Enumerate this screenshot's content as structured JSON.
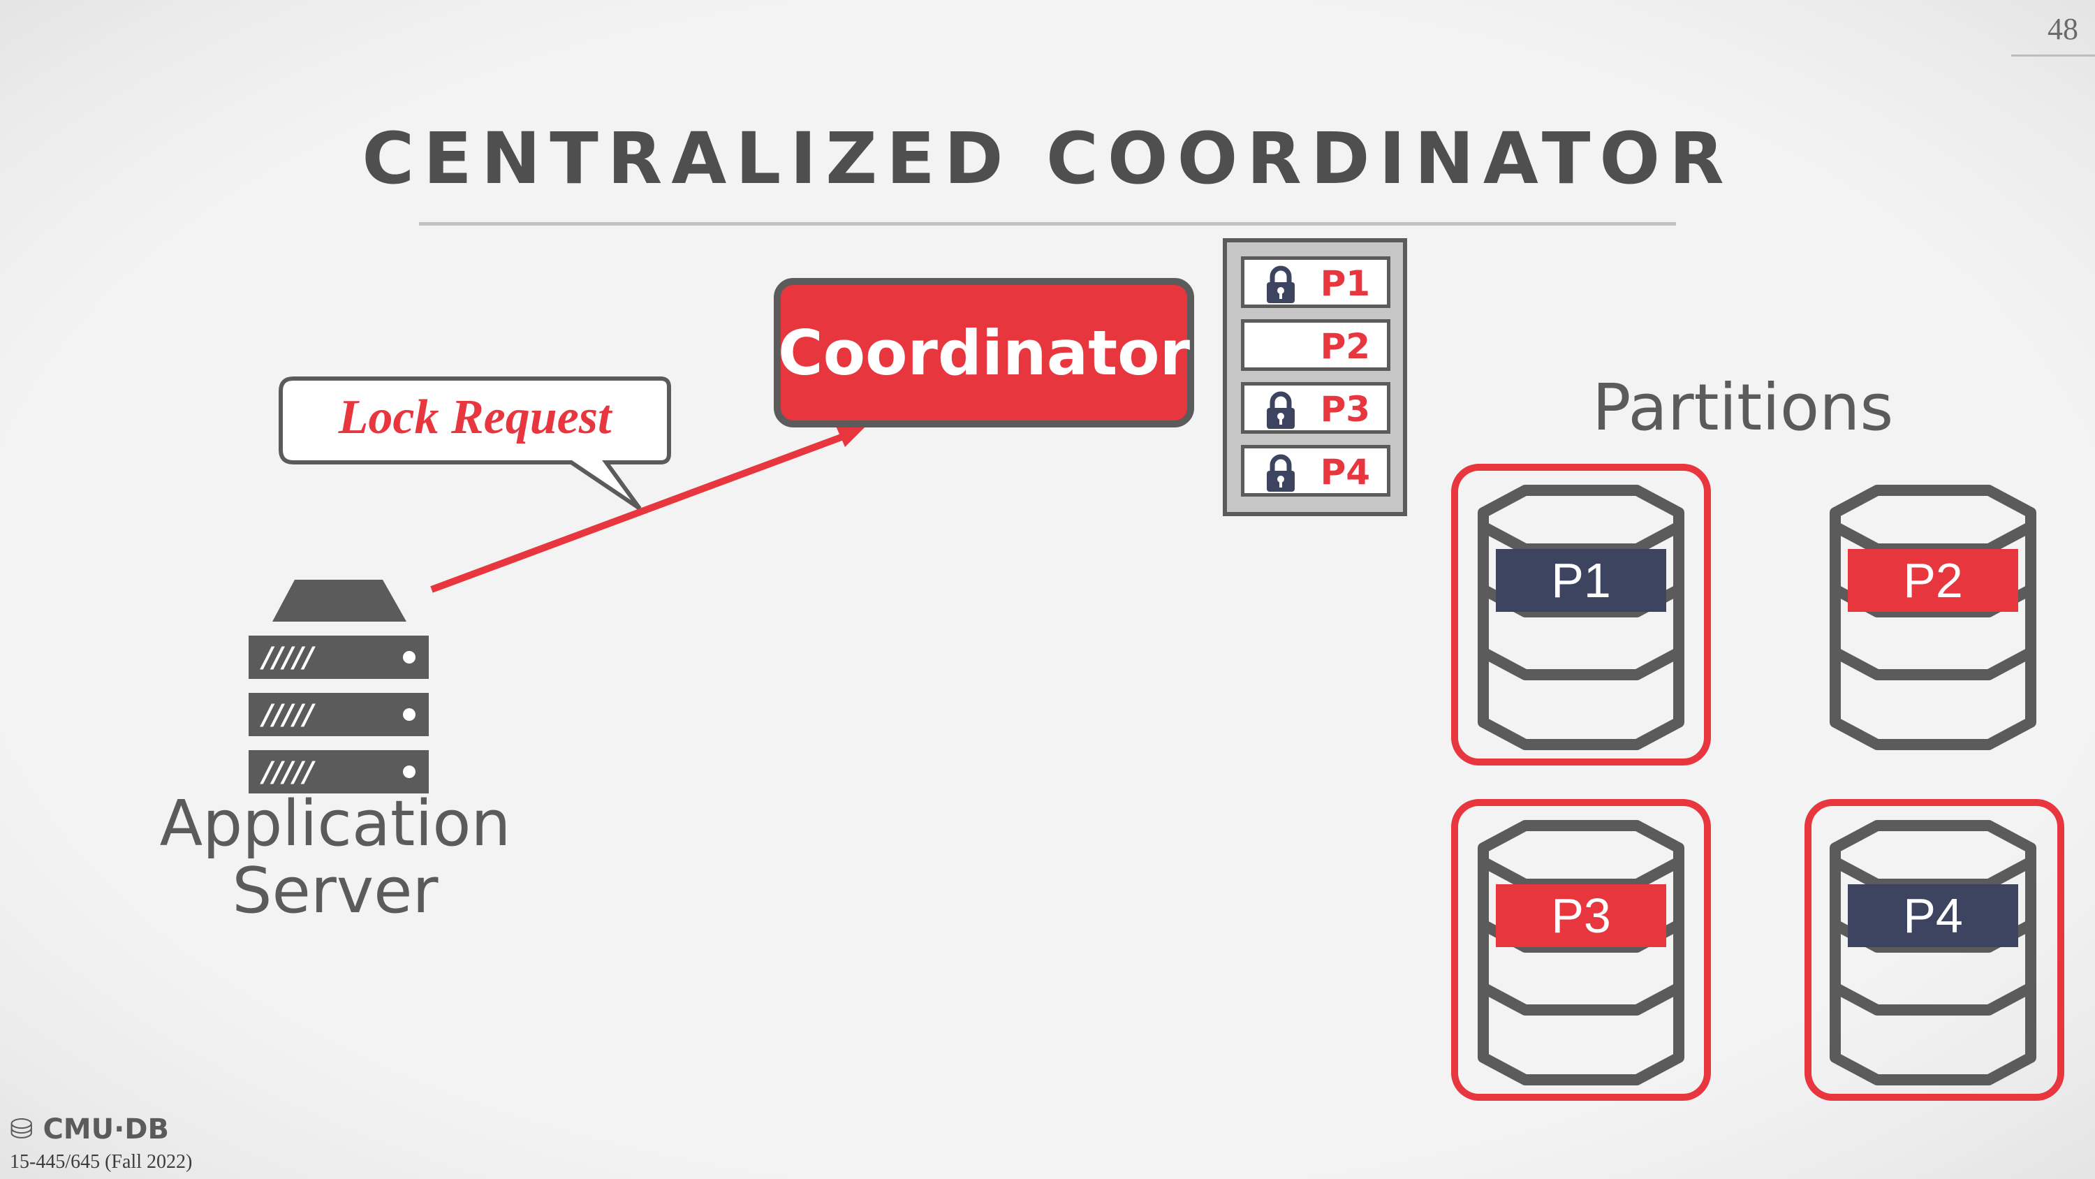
{
  "slide": {
    "page_number": "48",
    "title": "CENTRALIZED COORDINATOR",
    "coordinator_label": "Coordinator",
    "lock_request_label": "Lock Request",
    "app_server_label_line1": "Application",
    "app_server_label_line2": "Server",
    "partitions_label": "Partitions",
    "footer_logo": "CMU·DB",
    "footer_course": "15-445/645 (Fall 2022)"
  },
  "lock_table": [
    {
      "label": "P1",
      "locked": true
    },
    {
      "label": "P2",
      "locked": false
    },
    {
      "label": "P3",
      "locked": true
    },
    {
      "label": "P4",
      "locked": true
    }
  ],
  "partitions": [
    {
      "label": "P1",
      "label_color": "#3d4460",
      "highlighted": true
    },
    {
      "label": "P2",
      "label_color": "#e8363f",
      "highlighted": false
    },
    {
      "label": "P3",
      "label_color": "#e8363f",
      "highlighted": true
    },
    {
      "label": "P4",
      "label_color": "#3d4460",
      "highlighted": true
    }
  ],
  "colors": {
    "accent_red": "#e8363f",
    "dark_gray": "#5b5b5b",
    "navy": "#3d4460"
  }
}
